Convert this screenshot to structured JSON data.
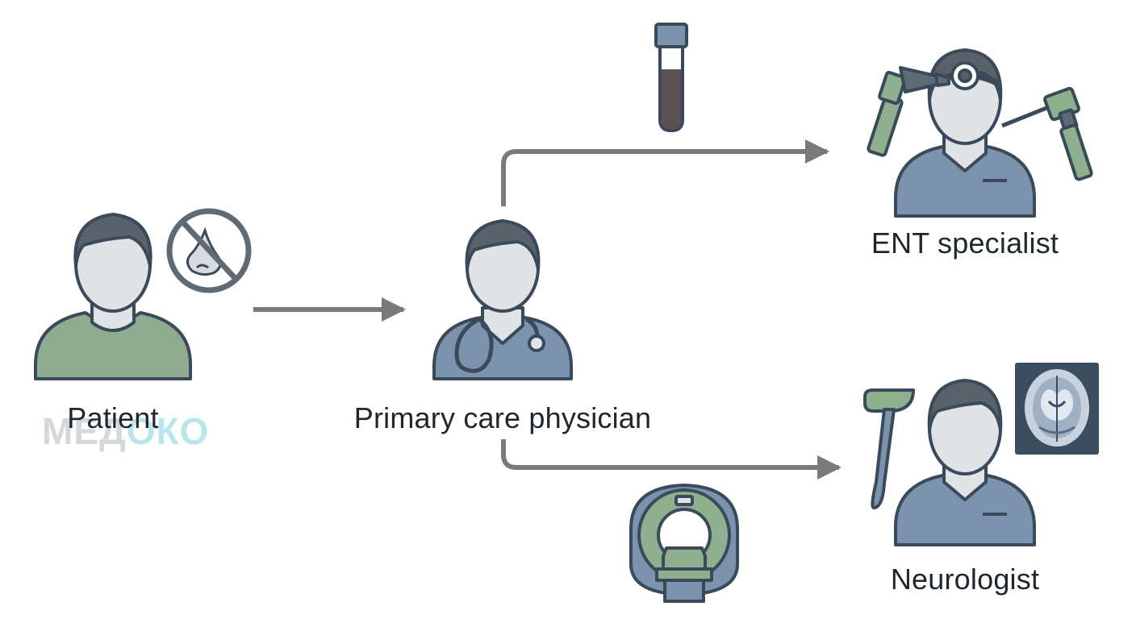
{
  "nodes": {
    "patient": {
      "label": "Patient"
    },
    "primary_care": {
      "label": "Primary care physician"
    },
    "ent": {
      "label": "ENT specialist"
    },
    "neurologist": {
      "label": "Neurologist"
    }
  },
  "watermark": {
    "part1": "МЕД",
    "part2": "ОКО"
  },
  "icons": {
    "no_smell": "no-smell-icon",
    "blood_test": "test-tube-icon",
    "otoscope": "otoscope-icon",
    "brain_mri": "brain-mri-icon",
    "reflex_hammer": "reflex-hammer-icon",
    "mri_scanner": "mri-scanner-icon"
  },
  "colors": {
    "outline": "#3a4a5a",
    "skin": "#dfe3e6",
    "hair": "#59626b",
    "patient_shirt": "#8fac90",
    "doctor_scrubs": "#7b93ad",
    "arrow": "#7a7a7a",
    "accent_green": "#8fb08f"
  }
}
